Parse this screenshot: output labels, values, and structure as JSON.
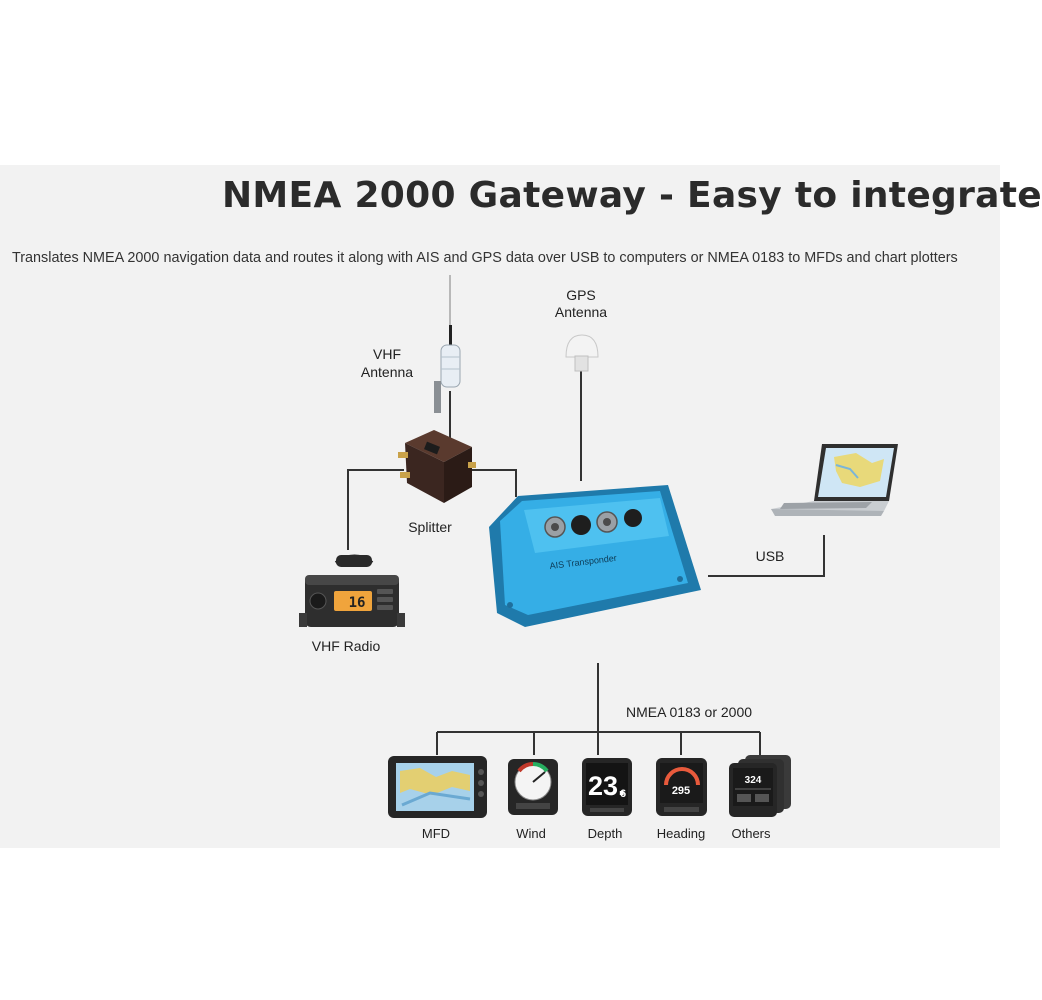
{
  "title": "NMEA 2000 Gateway - Easy to integrate",
  "subtitle": "Translates NMEA 2000 navigation data and routes it along with AIS and GPS data over USB to computers or NMEA 0183 to MFDs and chart plotters",
  "labels": {
    "gps_line1": "GPS",
    "gps_line2": "Antenna",
    "vhf_line1": "VHF",
    "vhf_line2": "Antenna",
    "splitter": "Splitter",
    "vhf_radio": "VHF Radio",
    "usb": "USB",
    "bus": "NMEA 0183 or 2000"
  },
  "device_text": {
    "transponder": "AIS Transponder",
    "radio_channel": "16",
    "depth_value": "23.",
    "depth_decimal": "6",
    "heading_value": "295",
    "others_value": "324"
  },
  "instruments": {
    "mfd": "MFD",
    "wind": "Wind",
    "depth": "Depth",
    "heading": "Heading",
    "others": "Others"
  },
  "colors": {
    "transponder": "#35aee6",
    "wire": "#333333",
    "panel": "#f2f2f2"
  },
  "icons": [
    "vhf-antenna-icon",
    "gps-antenna-icon",
    "splitter-icon",
    "vhf-radio-icon",
    "ais-transponder-icon",
    "laptop-icon",
    "mfd-icon",
    "wind-gauge-icon",
    "depth-gauge-icon",
    "heading-gauge-icon",
    "others-gauge-icon"
  ]
}
